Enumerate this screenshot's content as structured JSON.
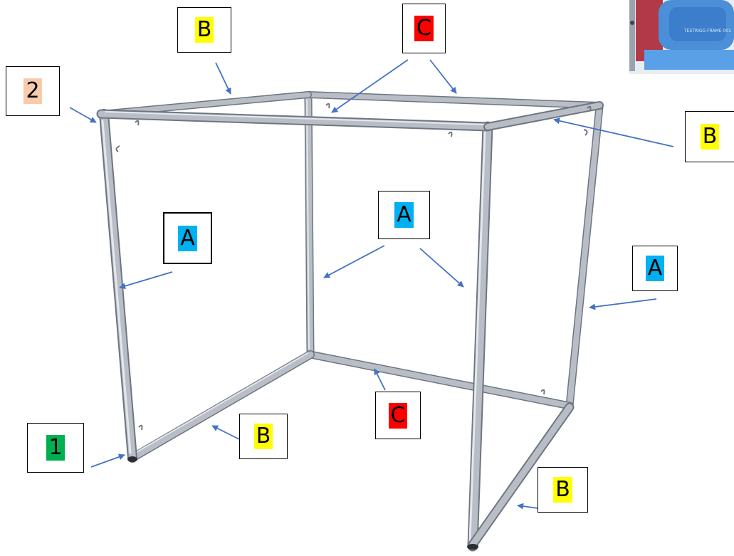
{
  "colors": {
    "arrow": "#4472C4",
    "tube_fill": "#b9bec6",
    "tube_edge": "#6f7680",
    "tube_highlight": "#e4e7eb",
    "highlight_A": "#00B0F0",
    "highlight_B": "#FFFF00",
    "highlight_C": "#FF0000",
    "highlight_1": "#00B050",
    "highlight_2": "#F8CBAD"
  },
  "labels": {
    "b_top_left": "B",
    "c_top": "C",
    "num_2": "2",
    "b_right": "B",
    "a_left": "A",
    "a_center": "A",
    "a_right": "A",
    "num_1": "1",
    "b_bottom_left": "B",
    "c_bottom": "C",
    "b_bottom_right": "B"
  },
  "thumbnail": {
    "icon": "product-photo-thumbnail",
    "caption": "TESTRIGG FRAME 001"
  }
}
